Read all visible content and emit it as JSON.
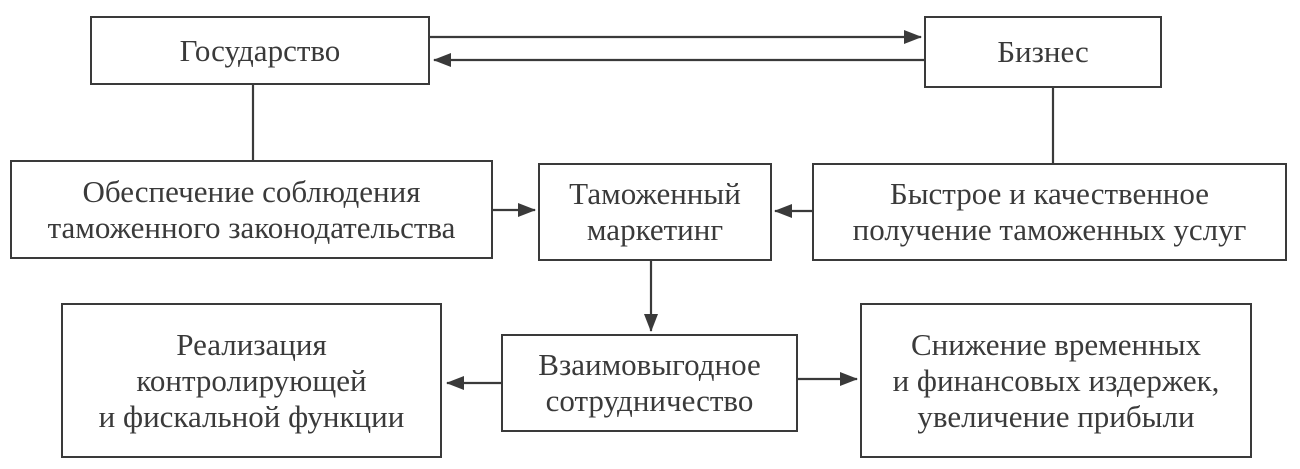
{
  "diagram": {
    "nodes": {
      "state": {
        "label": "Государство"
      },
      "business": {
        "label": "Бизнес"
      },
      "compliance": {
        "label": "Обеспечение соблюдения\nтаможенного законодательства"
      },
      "marketing": {
        "label": "Таможенный\nмаркетинг"
      },
      "services": {
        "label": "Быстрое и качественное\nполучение таможенных услуг"
      },
      "control": {
        "label": "Реализация\nконтролирующей\nи фискальной функции"
      },
      "cooperation": {
        "label": "Взаимовыгодное\nсотрудничество"
      },
      "costs": {
        "label": "Снижение временных\nи финансовых издержек,\nувеличение прибыли"
      }
    },
    "edges": [
      {
        "from": "state",
        "to": "business",
        "style": "arrow"
      },
      {
        "from": "business",
        "to": "state",
        "style": "arrow"
      },
      {
        "from": "state",
        "to": "compliance",
        "style": "line"
      },
      {
        "from": "business",
        "to": "services",
        "style": "line"
      },
      {
        "from": "compliance",
        "to": "marketing",
        "style": "arrow"
      },
      {
        "from": "services",
        "to": "marketing",
        "style": "arrow"
      },
      {
        "from": "marketing",
        "to": "cooperation",
        "style": "arrow"
      },
      {
        "from": "cooperation",
        "to": "control",
        "style": "arrow"
      },
      {
        "from": "cooperation",
        "to": "costs",
        "style": "arrow"
      }
    ],
    "colors": {
      "line": "#3a3a3a",
      "text": "#3a3a3a",
      "border": "#3a3a3a",
      "background": "#ffffff"
    }
  }
}
